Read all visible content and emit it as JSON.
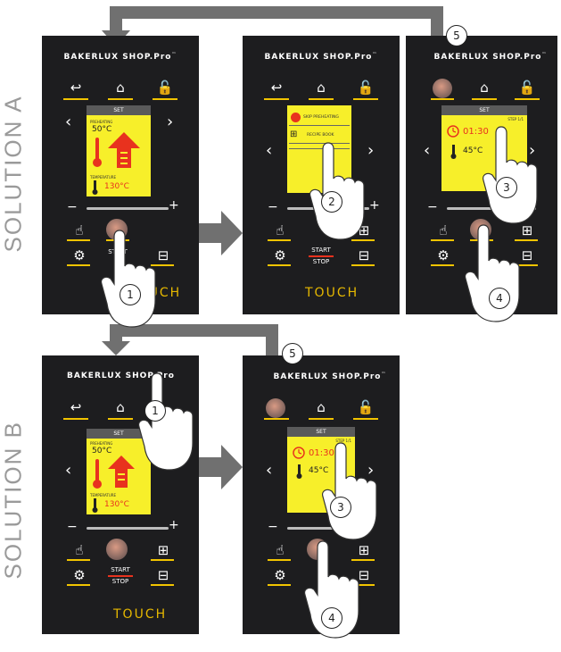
{
  "labels": {
    "solution_a": "SOLUTION  A",
    "solution_b": "SOLUTION  B"
  },
  "panel": {
    "brand": "BAKERLUX SHOP.Pro",
    "brand_tm": "™",
    "start": "START",
    "stop": "STOP",
    "touch": "TOUCH",
    "plus": "+",
    "minus": "−",
    "prev": "‹",
    "next": "›"
  },
  "screens": {
    "preheat": {
      "header": "SET",
      "tiny_top": "PREHEATING",
      "temp_set": "50°C",
      "tiny_bottom": "TEMPERATURE",
      "temp_probe": "130°C"
    },
    "menu": {
      "item1": "SKIP PREHEATING",
      "item2": "RECIPE BOOK"
    },
    "set_time": {
      "header": "SET",
      "step": "STEP 1/1",
      "time": "01:30",
      "temp": "45°C"
    }
  },
  "steps": [
    "1",
    "2",
    "3",
    "4",
    "5"
  ],
  "colors": {
    "panel_bg": "#1d1d1f",
    "accent_yellow": "#f2c400",
    "screen_yellow": "#f7ef2a",
    "arrow_gray": "#707070",
    "alert_red": "#e8321e",
    "label_gray": "#9a9a9a"
  },
  "icons": [
    "back-icon",
    "home-icon",
    "unlock-icon",
    "hand-icon",
    "fan-icon",
    "book-icon",
    "gear-icon",
    "tray-icon",
    "thermometer-icon",
    "clock-icon",
    "up-arrow-icon"
  ]
}
